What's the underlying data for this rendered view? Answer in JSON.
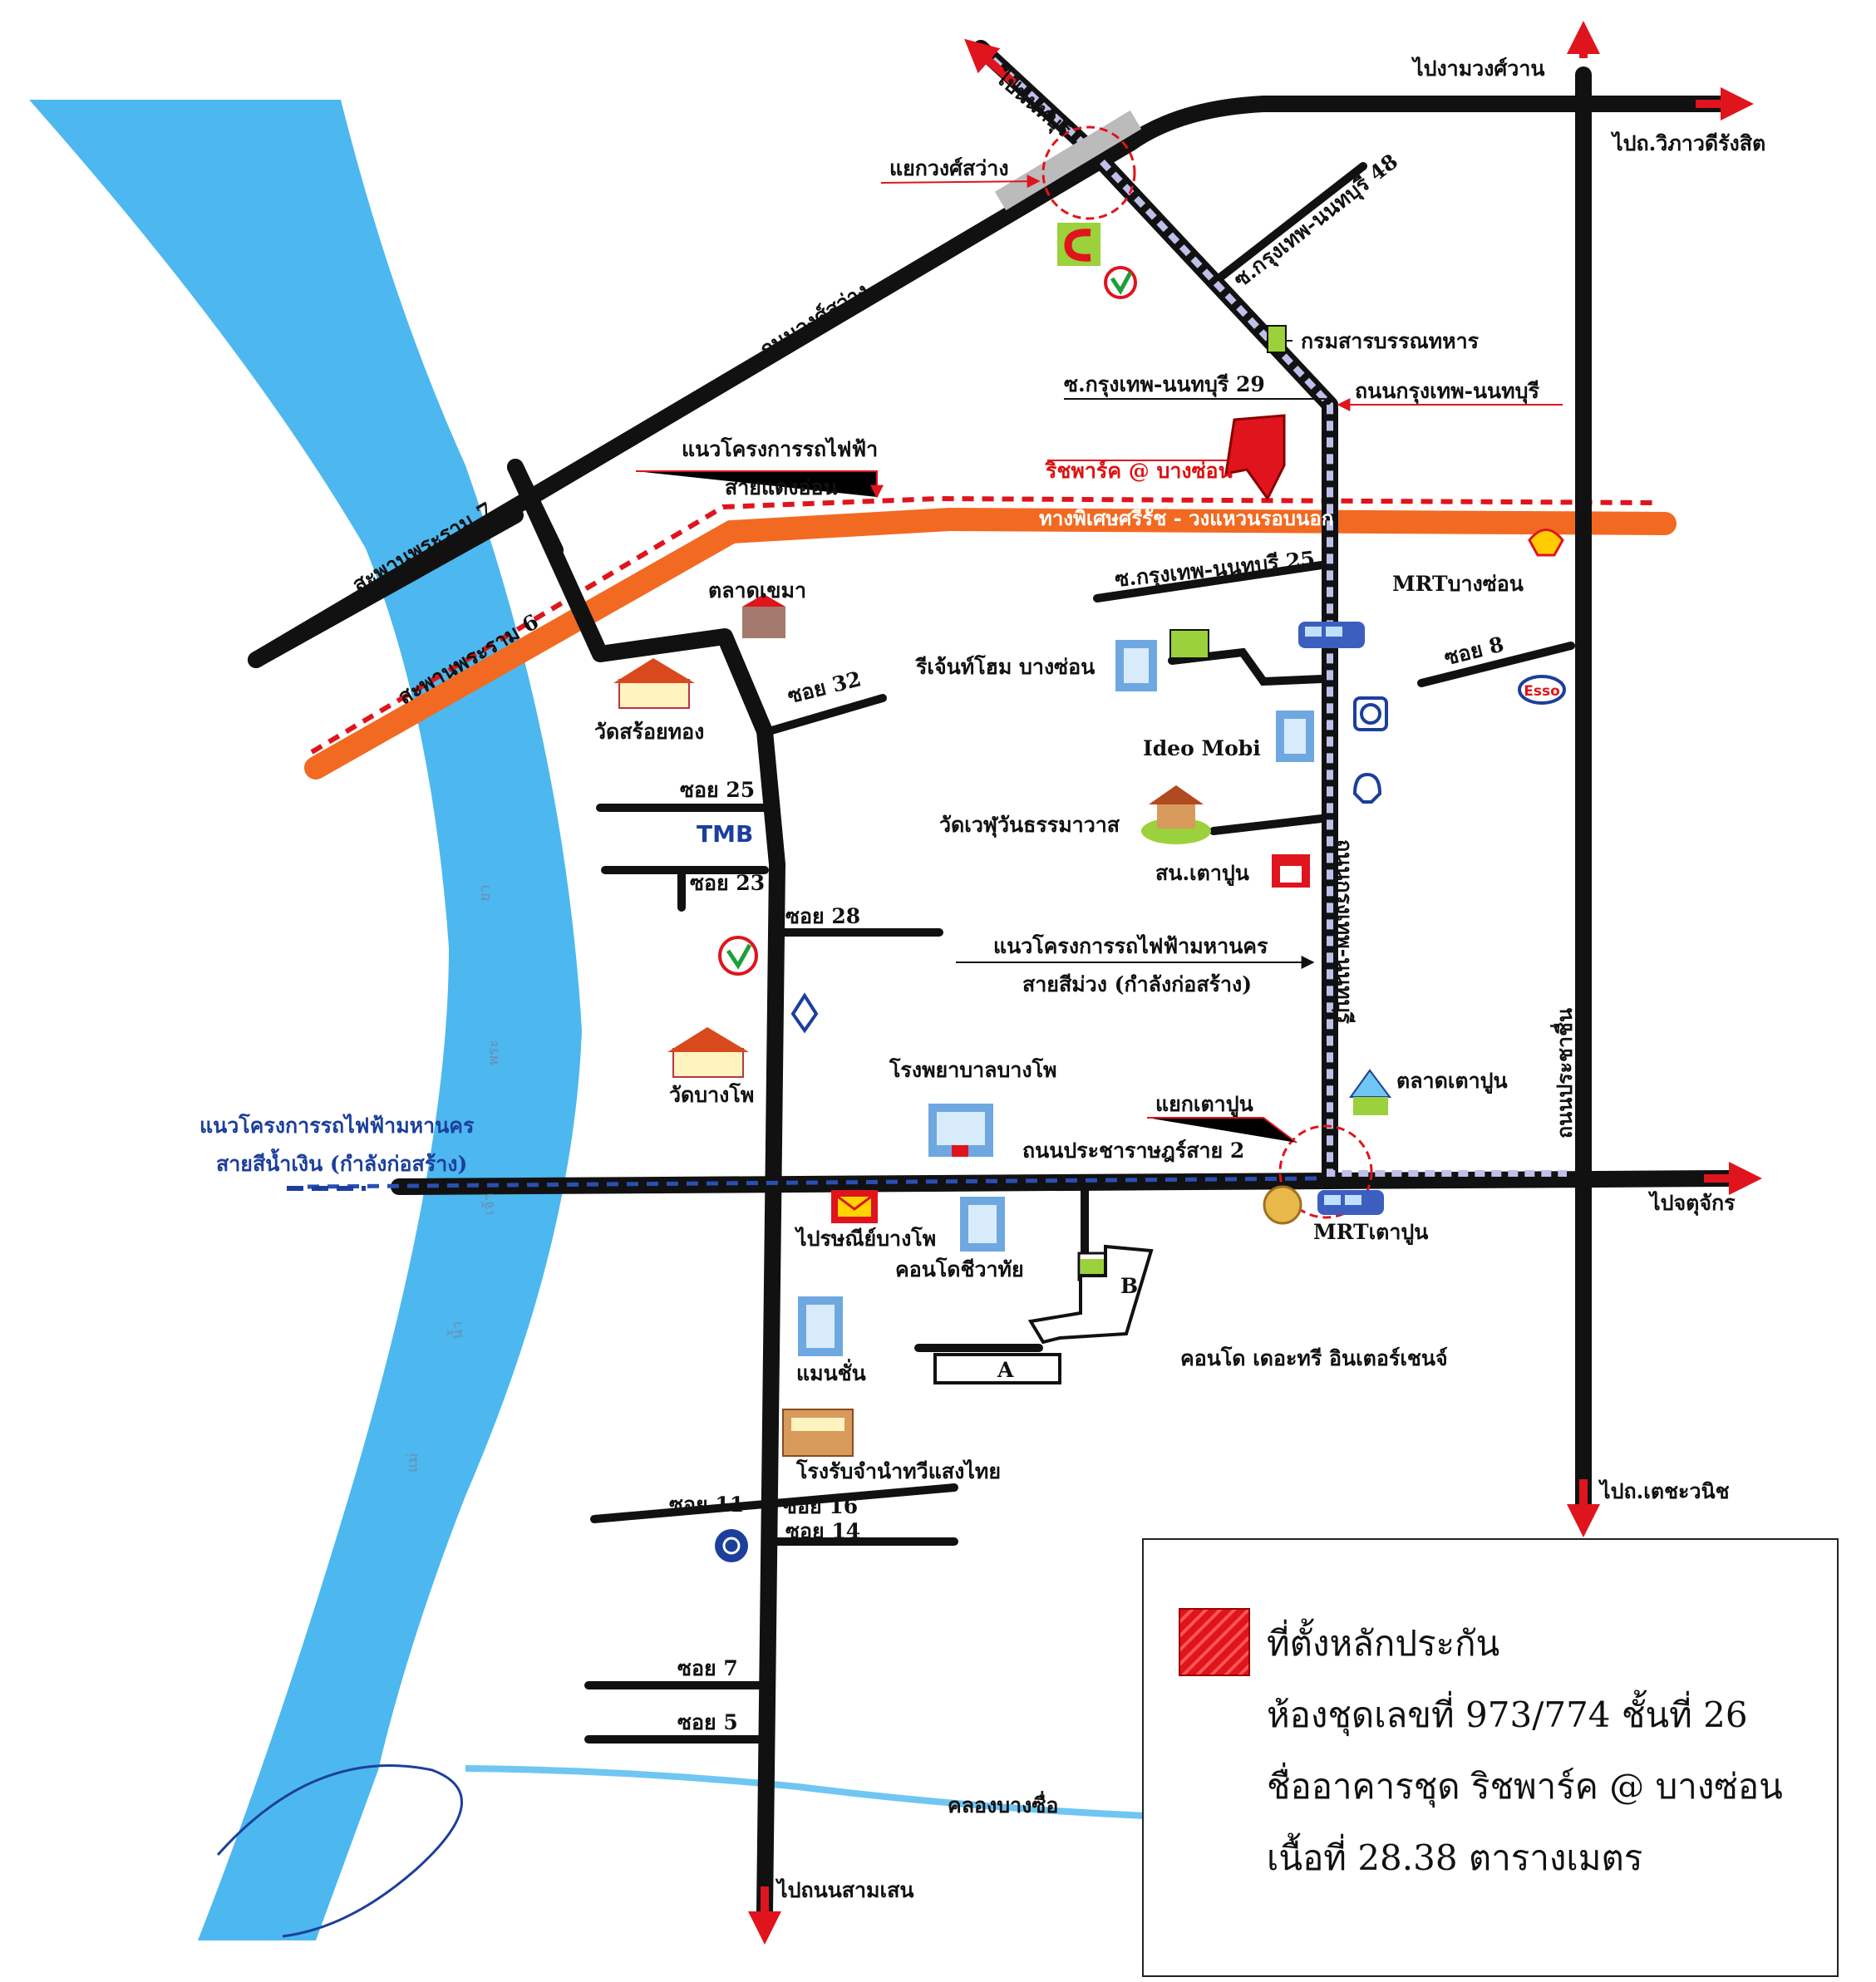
{
  "labels": {
    "to_nonthaburi": "ไปนนทบุรี",
    "to_ngamwongwan": "ไปงามวงศ์วาน",
    "to_vibhavadi": "ไปถ.วิภาวดีรังสิต",
    "kwongsawang_junction": "แยกวงศ์สว่าง",
    "soi_ktnb_48": "ซ.กรุงเทพ-นนทบุรี 48",
    "army_signal_dept": "กรมสารบรรณทหาร",
    "wongsawang_road": "ถนนวงศ์สว่าง",
    "soi_ktnb_29": "ซ.กรุงเทพ-นนทบุรี 29",
    "ktnb_road": "ถนนกรุงเทพ-นนทบุรี",
    "red_line_project_1": "แนวโครงการรถไฟฟ้า",
    "red_line_project_2": "สายแดงอ่อน",
    "richpark": "ริชพาร์ค @ บางซ่อน",
    "expressway": "ทางพิเศษศรีรัช - วงแหวนรอบนอก",
    "rama7_bridge": "สะพานพระราม 7",
    "rama6_bridge": "สะพานพระราม 6",
    "soi_ktnb_25": "ซ.กรุงเทพ-นนทบุรี 25",
    "mrt_bangson": "MRTบางซ่อน",
    "khema_market": "ตลาดเขมา",
    "regent_home": "รีเจ้นท์โฮม บางซ่อน",
    "soi_8": "ซอย 8",
    "wat_soithong": "วัดสร้อยทอง",
    "soi_32": "ซอย 32",
    "ideo_mobi": "Ideo Mobi",
    "soi_25": "ซอย 25",
    "tmb": "TMB",
    "wat_khianwan": "วัดเวฬุวันธรรมาวาส",
    "soi_23": "ซอย 23",
    "taopoon_police": "สน.เตาปูน",
    "soi_28": "ซอย 28",
    "purple_line_1": "แนวโครงการรถไฟฟ้ามหานคร",
    "purple_line_2": "สายสีม่วง (กำลังก่อสร้าง)",
    "ktnb_road_vertical": "ถนนกรุงเทพ-นนทบุรี",
    "pracharat_road": "ถนนประชาชื่น",
    "wat_bangpho": "วัดบางโพ",
    "bangpho_hospital": "โรงพยาบาลบางโพ",
    "taopoon_market": "ตลาดเตาปูน",
    "taopoon_junction": "แยกเตาปูน",
    "blue_line_1": "แนวโครงการรถไฟฟ้ามหานคร",
    "blue_line_2": "สายสีน้ำเงิน (กำลังก่อสร้าง)",
    "pracharat_sai2": "ถนนประชาราษฎร์สาย 2",
    "to_chatuchak": "ไปจตุจักร",
    "bangpho_post": "ไปรษณีย์บางโพ",
    "condo_chiwathai": "คอนโดชีวาทัย",
    "mrt_taopoon": "MRTเตาปูน",
    "bldg_b": "B",
    "condo_tree": "คอนโด เดอะทรี อินเตอร์เชนจ์",
    "mansion": "แมนชั่น",
    "bldg_a": "A",
    "pawnshop": "โรงรับจำนำทวีแสงไทย",
    "to_ratchawong": "ไปถ.เตชะวนิช",
    "soi_11": "ซอย 11",
    "soi_16": "ซอย 16",
    "soi_14": "ซอย 14",
    "soi_7": "ซอย 7",
    "soi_5": "ซอย 5",
    "khlong_bangsue": "คลองบางซื่อ",
    "to_samsen": "ไปถนนสามเสน",
    "river_1": "แม่",
    "river_2": "น้ำ",
    "river_3": "เจ้า",
    "river_4": "พระ",
    "river_5": "ยา"
  },
  "legend": {
    "line1": "ที่ตั้งหลักประกัน",
    "line2": "ห้องชุดเลขที่ 973/774 ชั้นที่ 26",
    "line3": "ชื่ออาคารชุด ริชพาร์ค @ บางซ่อน",
    "line4": "เนื้อที่ 28.38 ตารางเมตร"
  },
  "colors": {
    "river": "#4db8ef",
    "road": "#111111",
    "expressway": "#f26a22",
    "rail_dash": "#c0c0e8",
    "red": "#e0141c",
    "blue": "#1c3f9c"
  }
}
